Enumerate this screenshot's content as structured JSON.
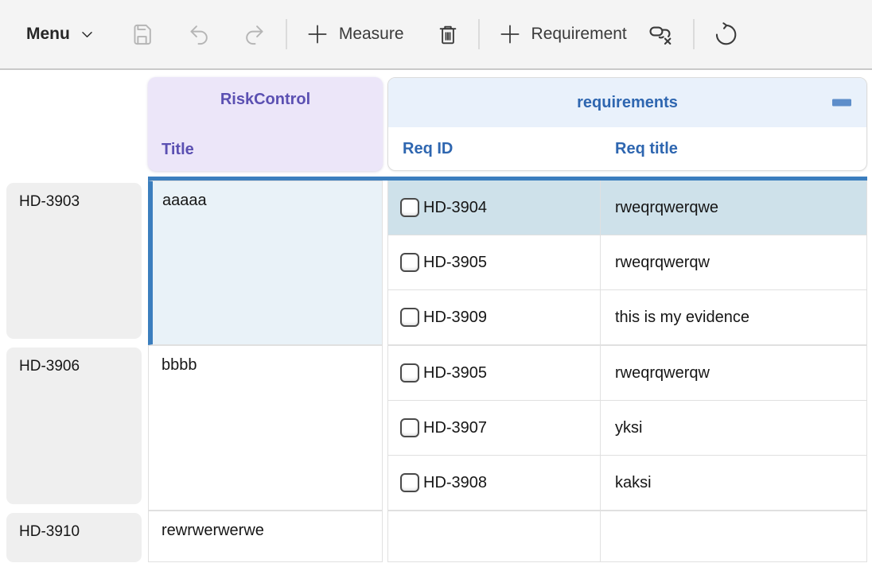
{
  "toolbar": {
    "menu_label": "Menu",
    "measure_label": "Measure",
    "requirement_label": "Requirement",
    "icons": {
      "menu_chevron": "chevron-down",
      "save": "floppy-disk",
      "undo": "undo-arrow",
      "redo": "redo-arrow",
      "add": "plus",
      "delete": "trash",
      "unlink": "link-remove",
      "refresh": "reload"
    }
  },
  "matrix": {
    "row_group": {
      "title": "RiskControl",
      "column": "Title"
    },
    "col_group": {
      "title": "requirements",
      "columns": [
        "Req ID",
        "Req title"
      ],
      "collapse_icon": "minus"
    },
    "rows": [
      {
        "id": "HD-3903",
        "title": "aaaaa",
        "selected": true,
        "requirements": [
          {
            "id": "HD-3904",
            "title": "rweqrqwerqwe",
            "selected": true,
            "checked": false
          },
          {
            "id": "HD-3905",
            "title": "rweqrqwerqw",
            "selected": false,
            "checked": false
          },
          {
            "id": "HD-3909",
            "title": "this is my evidence",
            "selected": false,
            "checked": false
          }
        ]
      },
      {
        "id": "HD-3906",
        "title": "bbbb",
        "selected": false,
        "requirements": [
          {
            "id": "HD-3905",
            "title": "rweqrqwerqw",
            "selected": false,
            "checked": false
          },
          {
            "id": "HD-3907",
            "title": "yksi",
            "selected": false,
            "checked": false
          },
          {
            "id": "HD-3908",
            "title": "kaksi",
            "selected": false,
            "checked": false
          }
        ]
      },
      {
        "id": "HD-3910",
        "title": "rewrwerwerwe",
        "selected": false,
        "requirements": []
      }
    ]
  },
  "colors": {
    "selection_blue": "#3B7EBE",
    "selected_requirement_bg": "#CEE1EA",
    "selected_title_bg": "#E9F2F8",
    "risk_group_text": "#5B50B2",
    "risk_group_bg": "#ECE6F9",
    "req_group_text": "#2E66B0",
    "req_group_bg": "#E9F1FB",
    "collapse_minus": "#5E8ECA",
    "row_header_bg": "#EFEFEF",
    "grid_border": "#E0E0E0",
    "toolbar_bg": "#F4F4F4"
  }
}
